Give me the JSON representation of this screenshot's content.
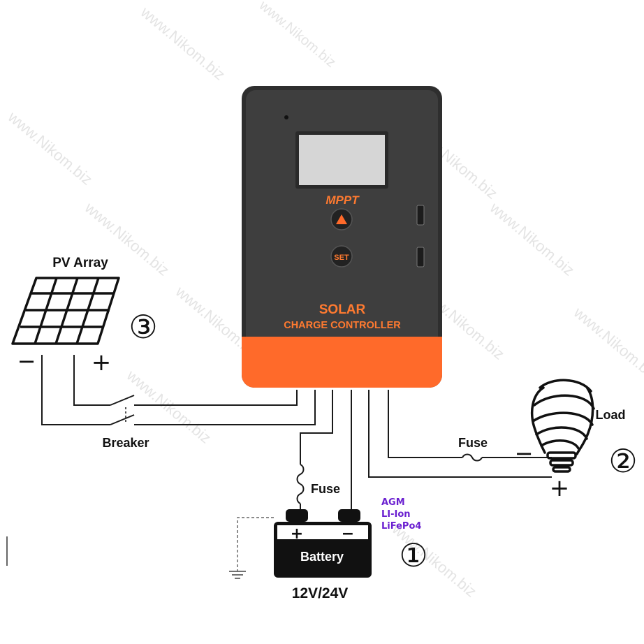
{
  "watermark": {
    "text": "www.Nikom.biz"
  },
  "controller": {
    "mppt": "MPPT",
    "set_button": "SET",
    "title_line1": "SOLAR",
    "title_line2": "CHARGE CONTROLLER",
    "colors": {
      "body": "#3c3c3c",
      "bottom": "#ff6a2a",
      "accent": "#ff7a30",
      "lcd": "#d8d8d8"
    }
  },
  "pv": {
    "label": "PV Array",
    "number": "③",
    "minus": "−",
    "plus": "+"
  },
  "breaker": {
    "label": "Breaker"
  },
  "load": {
    "label": "Load",
    "fuse": "Fuse",
    "number": "②",
    "minus": "−",
    "plus": "+"
  },
  "battery": {
    "label": "Battery",
    "fuse": "Fuse",
    "voltage": "12V/24V",
    "number": "①",
    "plus": "+",
    "minus": "−",
    "types": [
      "AGM",
      "LI-Ion",
      "LiFePo4"
    ]
  }
}
